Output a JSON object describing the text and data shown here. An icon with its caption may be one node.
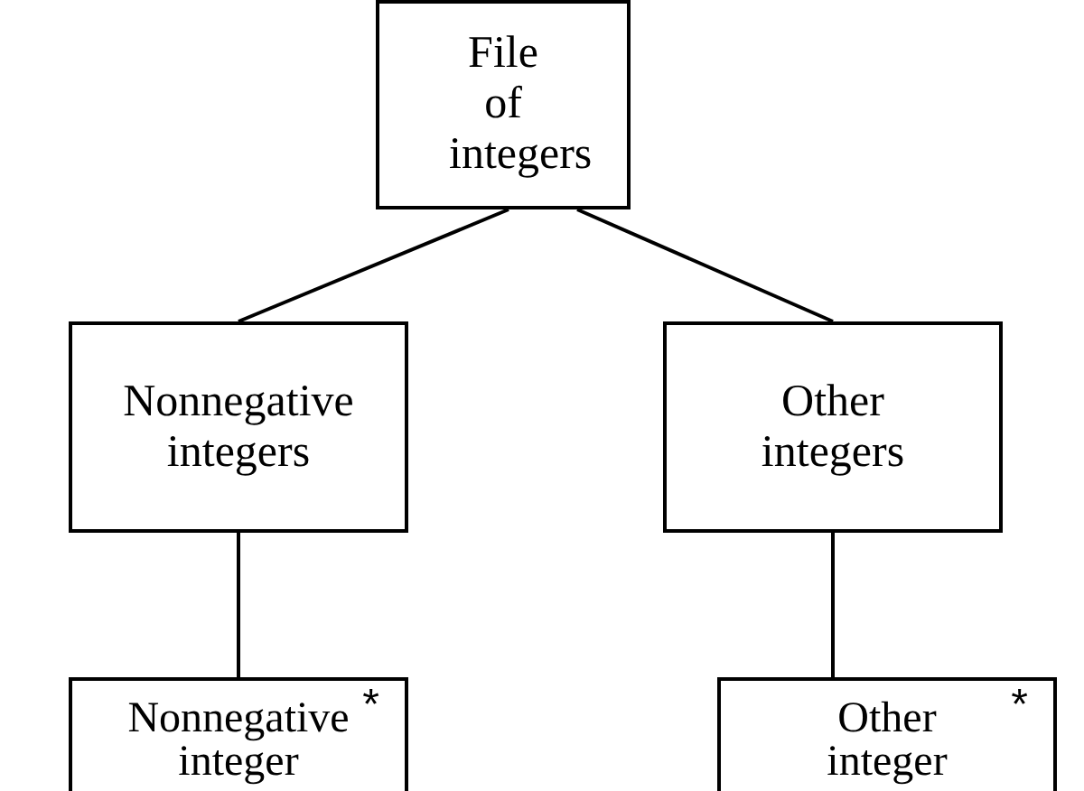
{
  "diagram": {
    "nodes": [
      {
        "text": [
          "File of integers"
        ]
      },
      {
        "text": [
          "Nonnegative integers"
        ]
      },
      {
        "text": [
          "Other integers"
        ]
      },
      {
        "text": [
          "Nonnegative integer",
          "*"
        ]
      },
      {
        "text": [
          "Other integer",
          "*"
        ]
      }
    ],
    "edges": [
      {
        "from": 0,
        "to": 1,
        "arrow": "none"
      },
      {
        "from": 0,
        "to": 2,
        "arrow": "none"
      },
      {
        "from": 1,
        "to": 3,
        "arrow": "none"
      },
      {
        "from": 2,
        "to": 4,
        "arrow": "none"
      }
    ]
  }
}
